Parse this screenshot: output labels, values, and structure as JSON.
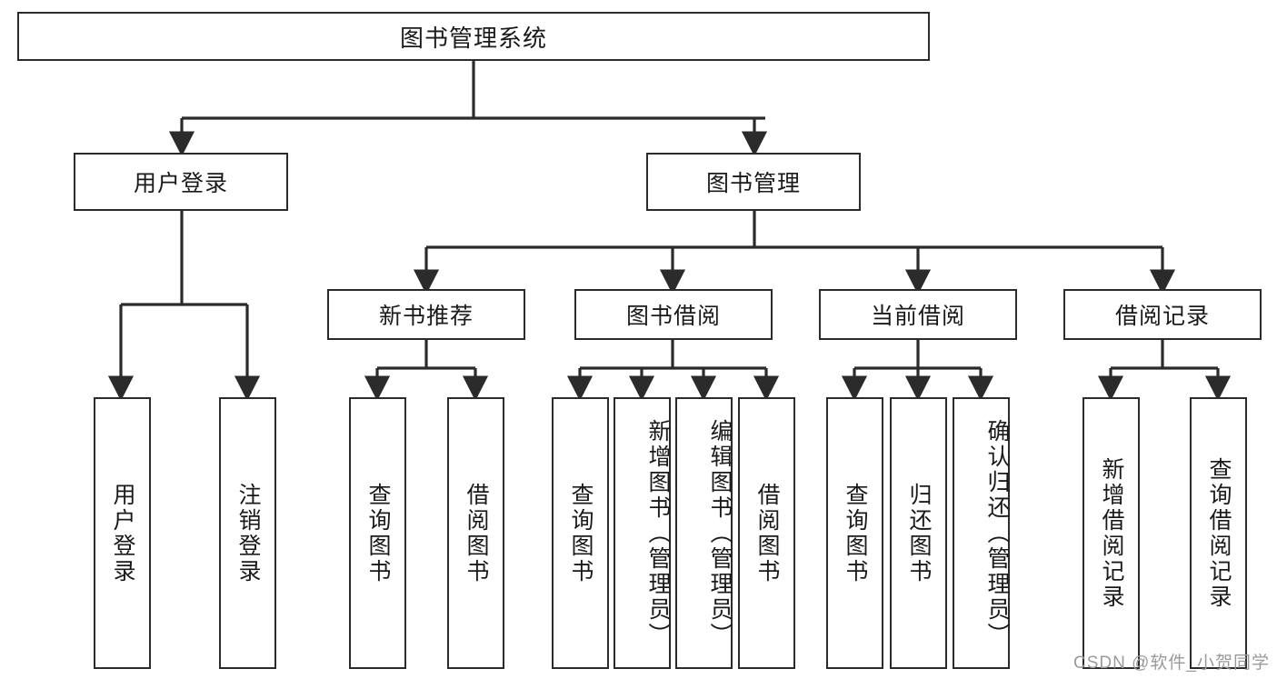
{
  "diagram": {
    "type": "tree-hierarchy",
    "title_label": "图书管理系统",
    "watermark": "CSDN @软件_小贺同学",
    "colors": {
      "stroke": "#2b2b2b",
      "fill": "#ffffff",
      "text": "#1a1a1a",
      "watermark": "#9a9a9a"
    },
    "nodes": {
      "root": "图书管理系统",
      "level2": {
        "user_login": "用户登录",
        "book_manage": "图书管理"
      },
      "level3": {
        "new_book_rec": "新书推荐",
        "book_borrow": "图书借阅",
        "current_borrow": "当前借阅",
        "borrow_record": "借阅记录"
      },
      "leaves": {
        "user_login_1": "用户登录",
        "user_login_2": "注销登录",
        "new_book_rec_1": "查询图书",
        "new_book_rec_2": "借阅图书",
        "book_borrow_1": "查询图书",
        "book_borrow_2": "新增图书（管理员）",
        "book_borrow_3": "编辑图书（管理员）",
        "book_borrow_4": "借阅图书",
        "current_borrow_1": "查询图书",
        "current_borrow_2": "归还图书",
        "current_borrow_3": "确认归还（管理员）",
        "borrow_record_1": "新增借阅记录",
        "borrow_record_2": "查询借阅记录"
      }
    },
    "edges": [
      {
        "from": "root",
        "to": "user_login"
      },
      {
        "from": "root",
        "to": "book_manage"
      },
      {
        "from": "user_login",
        "to": "user_login_1"
      },
      {
        "from": "user_login",
        "to": "user_login_2"
      },
      {
        "from": "book_manage",
        "to": "new_book_rec"
      },
      {
        "from": "book_manage",
        "to": "book_borrow"
      },
      {
        "from": "book_manage",
        "to": "current_borrow"
      },
      {
        "from": "book_manage",
        "to": "borrow_record"
      },
      {
        "from": "new_book_rec",
        "to": "new_book_rec_1"
      },
      {
        "from": "new_book_rec",
        "to": "new_book_rec_2"
      },
      {
        "from": "book_borrow",
        "to": "book_borrow_1"
      },
      {
        "from": "book_borrow",
        "to": "book_borrow_2"
      },
      {
        "from": "book_borrow",
        "to": "book_borrow_3"
      },
      {
        "from": "book_borrow",
        "to": "book_borrow_4"
      },
      {
        "from": "current_borrow",
        "to": "current_borrow_1"
      },
      {
        "from": "current_borrow",
        "to": "current_borrow_2"
      },
      {
        "from": "current_borrow",
        "to": "current_borrow_3"
      },
      {
        "from": "borrow_record",
        "to": "borrow_record_1"
      },
      {
        "from": "borrow_record",
        "to": "borrow_record_2"
      }
    ]
  }
}
